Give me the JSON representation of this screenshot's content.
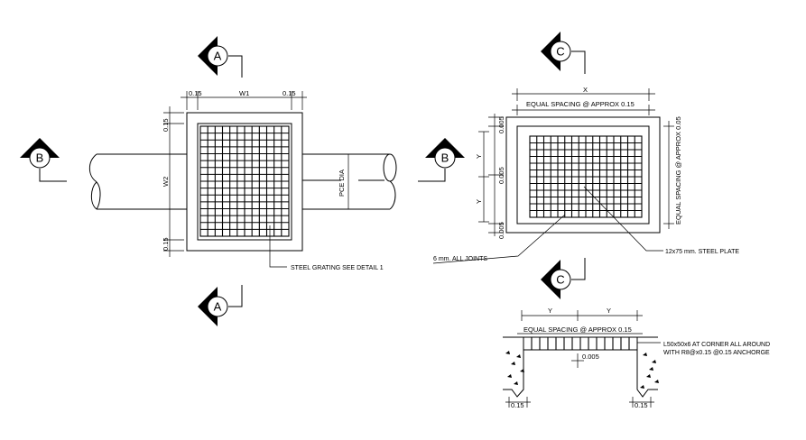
{
  "plan": {
    "dim_top_left": "0.15",
    "dim_top_center": "W1",
    "dim_top_right": "0.15",
    "dim_left_top": "0.15",
    "dim_left_mid": "W2",
    "dim_left_bottom": "0.15",
    "pipe_label": "PCE DIA",
    "note_grating": "STEEL GRATING SEE DETAIL 1"
  },
  "section_marks": {
    "a_top": "A",
    "a_bottom": "A",
    "b_left": "B",
    "b_right": "B",
    "c_top": "C",
    "c_bottom": "C"
  },
  "detail": {
    "dim_x": "X",
    "spacing_top": "EQUAL SPACING @ APPROX 0.15",
    "spacing_side": "EQUAL SPACING @ APPROX 0.05",
    "dim_left_top": "0.005",
    "dim_left_mid": "0.005",
    "dim_left_bottom": "0.005",
    "dim_y_upper": "Y",
    "dim_y_lower": "Y",
    "note_joints": "6 mm. ALL JOINTS",
    "note_plate": "12x75 mm. STEEL PLATE"
  },
  "section": {
    "dim_y_left": "Y",
    "dim_y_right": "Y",
    "spacing": "EQUAL SPACING @ APPROX 0.15",
    "dim_mid": "0.005",
    "note_angle_1": "L50x50x6 AT CORNER ALL AROUND",
    "note_angle_2": "WITH R8@x0.15 @0.15 ANCHORGE",
    "dim_bottom_left": "0.15",
    "dim_bottom_right": "0.15"
  }
}
